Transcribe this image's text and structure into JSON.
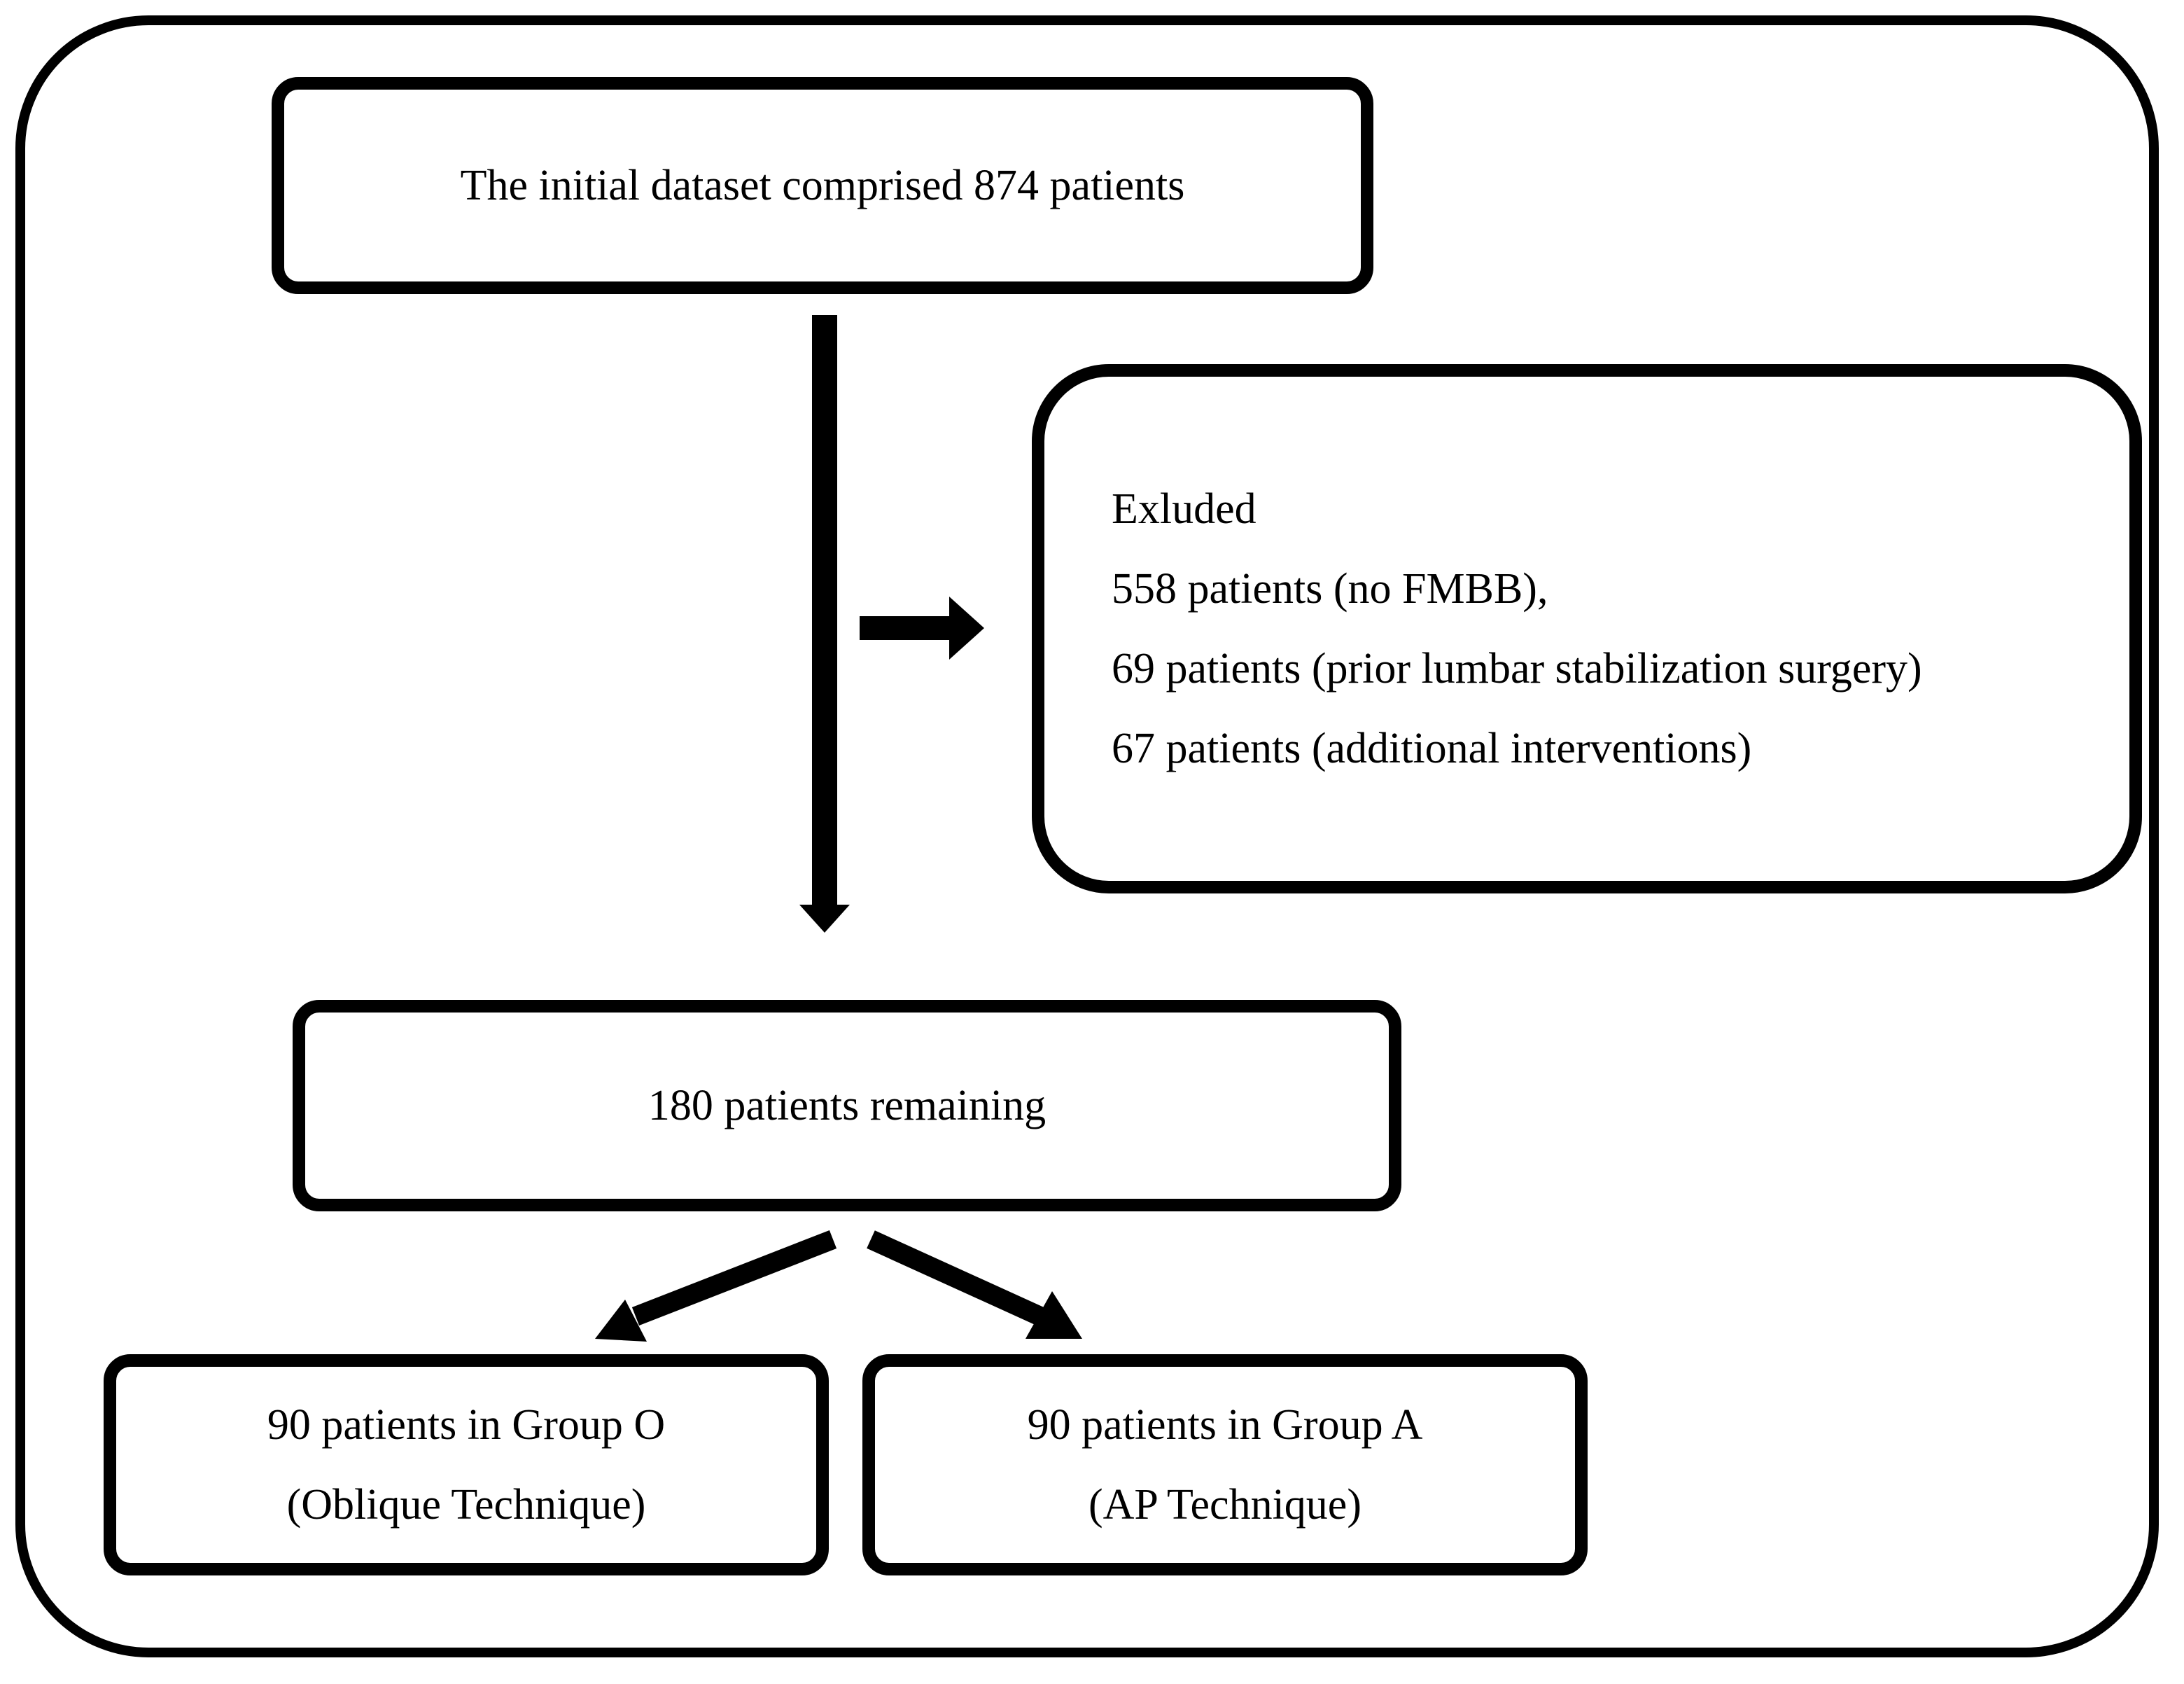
{
  "boxes": {
    "initial": "The initial dataset comprised 874 patients",
    "excluded": {
      "heading": "Exluded",
      "lines": [
        "558 patients (no FMBB),",
        "69 patients (prior lumbar stabilization surgery)",
        "67 patients (additional interventions)"
      ]
    },
    "remaining": "180 patients remaining",
    "group_o": {
      "line1": "90 patients in Group O",
      "line2": "(Oblique Technique)"
    },
    "group_a": {
      "line1": "90 patients in Group A",
      "line2": "(AP Technique)"
    }
  }
}
